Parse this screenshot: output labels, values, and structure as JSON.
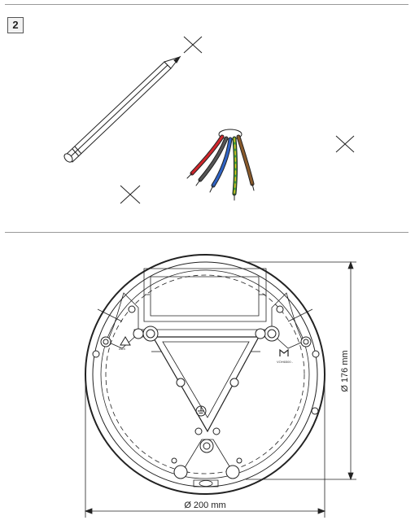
{
  "step": {
    "number": "2"
  },
  "panel_bottom": {
    "outer_diameter_label": "Ø 200 mm",
    "inner_diameter_label": "Ø 176 mm",
    "marking_left": "AUX",
    "marking_right": "VOH6500 -"
  },
  "colors": {
    "line": "#222222",
    "rule": "#9a9a9a",
    "wire_red": "#d0262b",
    "wire_black": "#222222",
    "wire_blue": "#2f63c4",
    "wire_green_yellow": "#3f9a36",
    "wire_brown": "#8a5a2b"
  }
}
